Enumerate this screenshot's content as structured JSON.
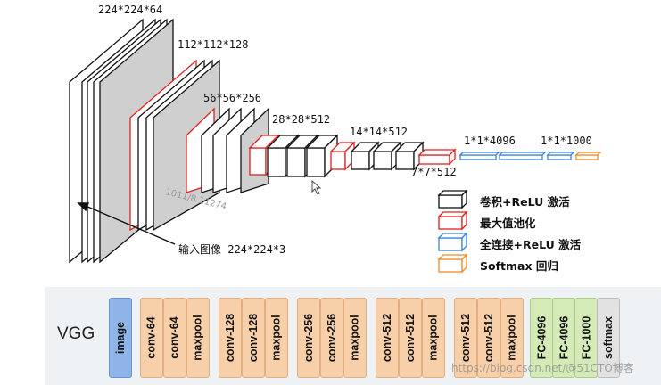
{
  "top_labels": {
    "l1": "224*224*64",
    "l2": "112*112*128",
    "l3": "56*56*256",
    "l4": "28*28*512",
    "l5": "14*14*512",
    "l6": "7*7*512",
    "l7": "1*1*4096",
    "l8": "1*1*1000"
  },
  "input_label": "输入图像 224*224*3",
  "watermark_diag": "1011/8 11274",
  "legend": [
    {
      "label": "卷积+ReLU 激活",
      "color": "#111111"
    },
    {
      "label": "最大值池化",
      "color": "#e02020"
    },
    {
      "label": "全连接+ReLU 激活",
      "color": "#3b82d6"
    },
    {
      "label": "Softmax 回归",
      "color": "#f08a24"
    }
  ],
  "vgg": {
    "title": "VGG",
    "blocks": [
      {
        "label": "image",
        "kind": "blue"
      },
      {
        "label": "conv-64",
        "kind": "orange"
      },
      {
        "label": "conv-64",
        "kind": "orange"
      },
      {
        "label": "maxpool",
        "kind": "orange"
      },
      {
        "label": "conv-128",
        "kind": "orange"
      },
      {
        "label": "conv-128",
        "kind": "orange"
      },
      {
        "label": "maxpool",
        "kind": "orange"
      },
      {
        "label": "conv-256",
        "kind": "orange"
      },
      {
        "label": "conv-256",
        "kind": "orange"
      },
      {
        "label": "maxpool",
        "kind": "orange"
      },
      {
        "label": "conv-512",
        "kind": "orange"
      },
      {
        "label": "conv-512",
        "kind": "orange"
      },
      {
        "label": "maxpool",
        "kind": "orange"
      },
      {
        "label": "conv-512",
        "kind": "orange"
      },
      {
        "label": "conv-512",
        "kind": "orange"
      },
      {
        "label": "maxpool",
        "kind": "orange"
      },
      {
        "label": "FC-4096",
        "kind": "green"
      },
      {
        "label": "FC-4096",
        "kind": "green"
      },
      {
        "label": "FC-1000",
        "kind": "green"
      },
      {
        "label": "softmax",
        "kind": "grey"
      }
    ]
  },
  "watermark_bottom": "https://blog.csdn.net/@51CTO博客"
}
